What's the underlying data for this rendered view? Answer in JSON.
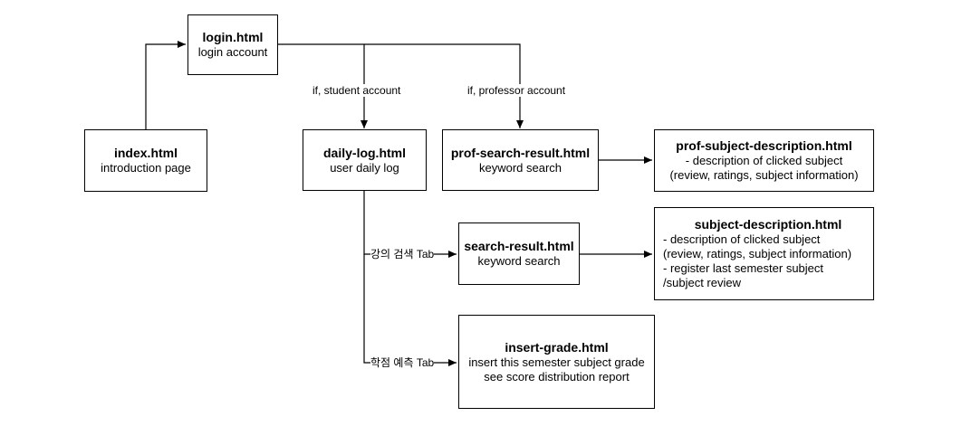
{
  "nodes": {
    "login": {
      "title": "login.html",
      "lines": [
        "login account"
      ]
    },
    "index": {
      "title": "index.html",
      "lines": [
        "introduction page"
      ]
    },
    "daily_log": {
      "title": "daily-log.html",
      "lines": [
        "user daily log"
      ]
    },
    "prof_search_result": {
      "title": "prof-search-result.html",
      "lines": [
        "keyword search"
      ]
    },
    "prof_subject_description": {
      "title": "prof-subject-description.html",
      "lines": [
        "- description of clicked subject",
        "(review, ratings, subject information)"
      ]
    },
    "search_result": {
      "title": "search-result.html",
      "lines": [
        "keyword search"
      ]
    },
    "subject_description": {
      "title": "subject-description.html",
      "lines": [
        "- description of clicked subject",
        "(review, ratings, subject information)",
        "- register last semester subject",
        "/subject review"
      ]
    },
    "insert_grade": {
      "title": "insert-grade.html",
      "lines": [
        "insert this semester subject grade",
        "see score distribution report"
      ]
    }
  },
  "edges": {
    "student": "if, student account",
    "professor": "if, professor account",
    "lecture_search_tab": "강의 검색 Tab",
    "grade_predict_tab": "학점 예측 Tab"
  }
}
